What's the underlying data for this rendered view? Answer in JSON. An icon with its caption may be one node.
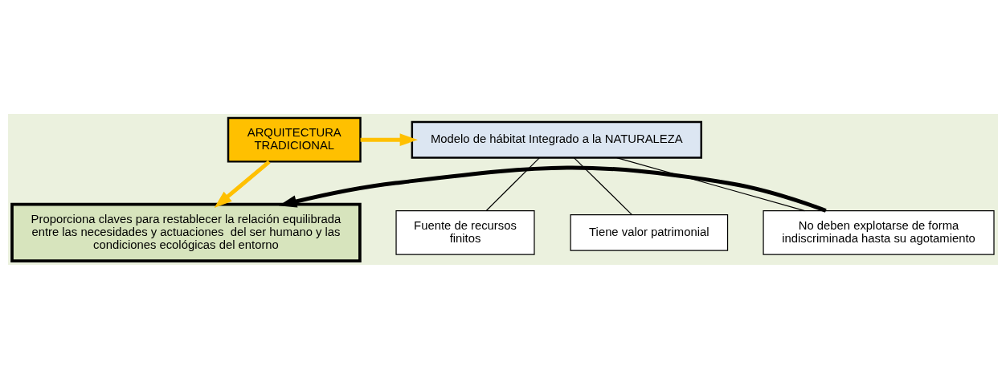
{
  "diagram": {
    "nodes": [
      {
        "text": [
          "ARQUITECTURA TRADICIONAL"
        ]
      },
      {
        "text": [
          "Modelo de hábitat Integrado a la NATURALEZA"
        ]
      },
      {
        "text": [
          "Proporciona claves para restablecer la relación equilibrada entre las necesidades y actuaciones  del ser humano y las condiciones ecológicas del entorno"
        ]
      },
      {
        "text": [
          "Fuente de recursos finitos"
        ]
      },
      {
        "text": [
          "Tiene valor patrimonial"
        ]
      },
      {
        "text": [
          "No deben explotarse de forma indiscriminada hasta su agotamiento"
        ]
      }
    ],
    "edges": [
      {
        "from": 0,
        "to": 1,
        "arrow": "to",
        "style": "thick",
        "color": "#ffc000"
      },
      {
        "from": 0,
        "to": 2,
        "arrow": "to",
        "style": "thick",
        "color": "#ffc000"
      },
      {
        "from": 1,
        "to": 3,
        "arrow": "none"
      },
      {
        "from": 1,
        "to": 4,
        "arrow": "none"
      },
      {
        "from": 1,
        "to": 5,
        "arrow": "none"
      },
      {
        "from": 5,
        "to": 2,
        "arrow": "to",
        "style": "thick"
      }
    ]
  }
}
